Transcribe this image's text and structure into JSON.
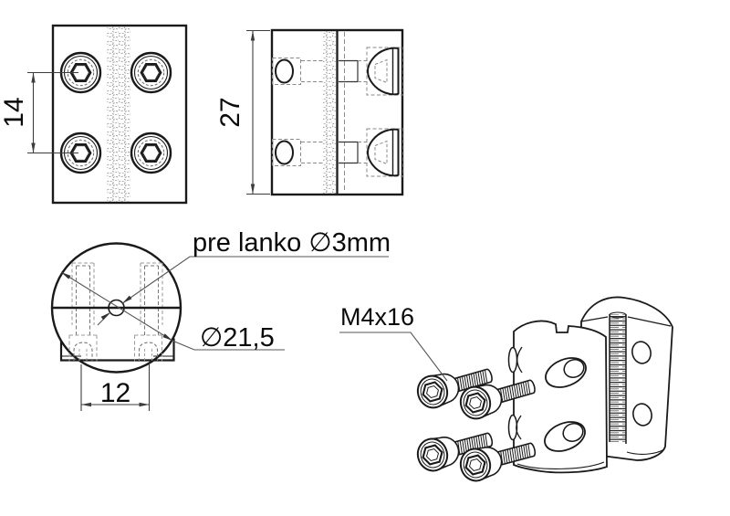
{
  "drawing": {
    "background": "#ffffff",
    "line_color": "#1a1a1a",
    "dim_color": "#3d3d3d",
    "hidden_line_color": "#8a8a8a",
    "views": {
      "front": {
        "dim_vertical": "14"
      },
      "side": {
        "dim_vertical": "27"
      },
      "top": {
        "label_cable_hole": "pre lanko ∅3mm",
        "label_outer_diameter": "∅21,5",
        "dim_horizontal": "12"
      },
      "isometric": {
        "label_screw": "M4x16"
      }
    }
  }
}
